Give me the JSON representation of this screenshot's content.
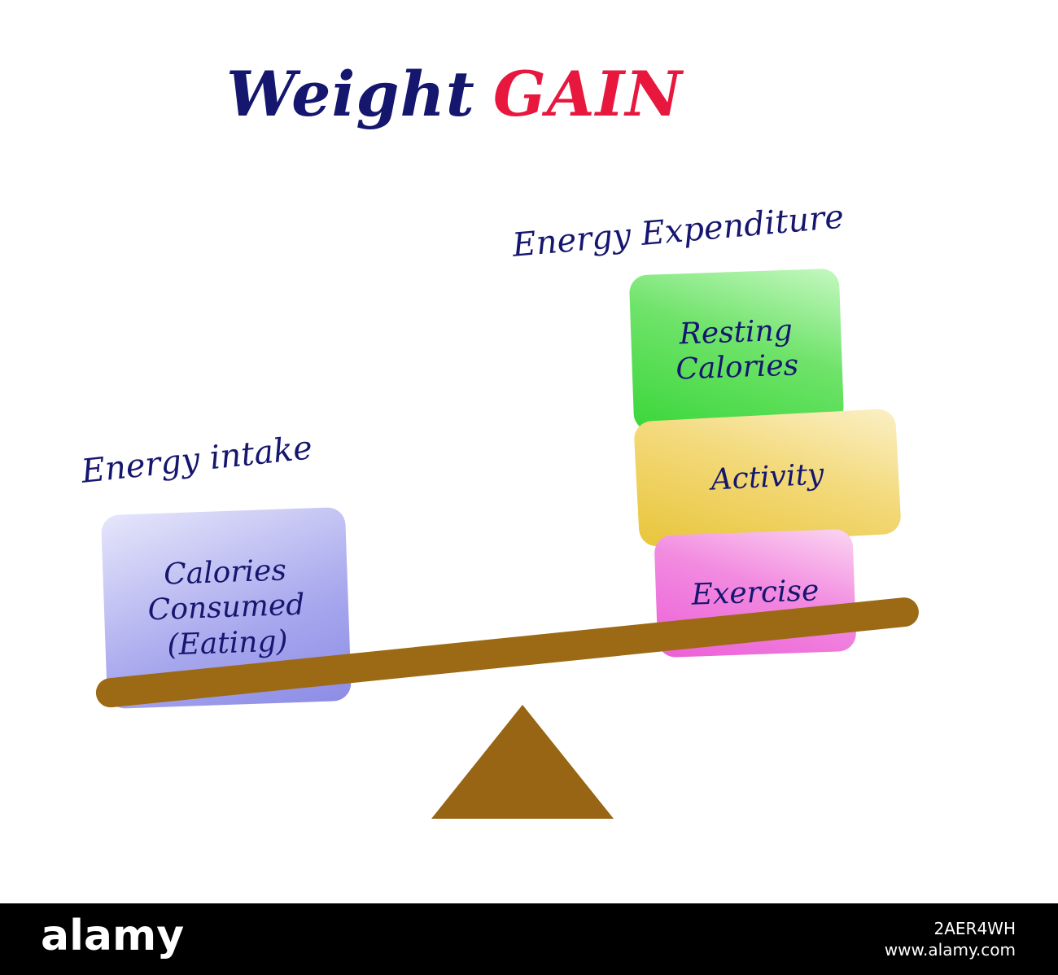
{
  "title": {
    "word1": "Weight",
    "word2": "GAIN",
    "color_word1": "#15166e",
    "color_word2": "#e8173e"
  },
  "headings": {
    "intake": "Energy intake",
    "expenditure": "Energy Expenditure"
  },
  "boxes": {
    "consumed": "Calories\nConsumed\n(Eating)",
    "resting": "Resting\nCalories",
    "activity": "Activity",
    "exercise": "Exercise"
  },
  "colors": {
    "text": "#15166e",
    "beam": "#9c6a14",
    "consumed": "#a8a8ee",
    "resting": "#6fe36a",
    "activity": "#f3d97a",
    "exercise": "#f28ae0"
  },
  "footer": {
    "logo": "alamy",
    "image_id": "2AER4WH",
    "site": "www.alamy.com"
  }
}
